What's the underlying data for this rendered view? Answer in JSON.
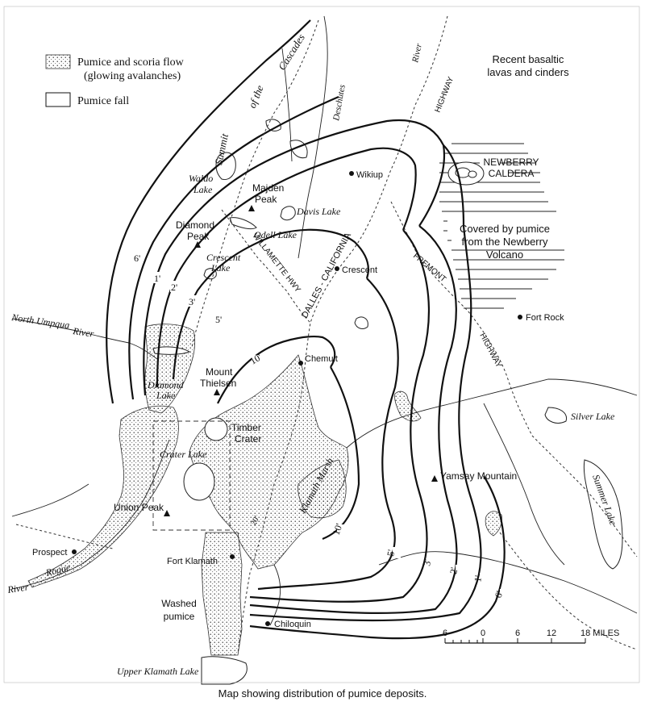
{
  "legend": {
    "pumice_flow_label": "Pumice and scoria flow",
    "pumice_flow_sub": "(glowing avalanches)",
    "pumice_fall_label": "Pumice fall"
  },
  "regions": {
    "basaltic_1": "Recent basaltic",
    "basaltic_2": "lavas and cinders",
    "newberry_1": "NEWBERRY",
    "newberry_2": "CALDERA",
    "covered_1": "Covered by pumice",
    "covered_2": "from the Newberry",
    "covered_3": "Volcano",
    "washed_1": "Washed",
    "washed_2": "pumice"
  },
  "places": {
    "wikiup": "Wikiup",
    "maiden_1": "Majden",
    "maiden_2": "Peak",
    "diamond_peak_1": "Diamond",
    "diamond_peak_2": "Peak",
    "crescent": "Crescent",
    "fort_rock": "Fort Rock",
    "chemult": "Chemult",
    "mount_thielsen_1": "Mount",
    "mount_thielsen_2": "Thielsen",
    "timber_crater_1": "Timber",
    "timber_crater_2": "Crater",
    "yamsay": "Yamsay Mountain",
    "union_peak": "Union Peak",
    "prospect": "Prospect",
    "fort_klamath": "Fort Klamath",
    "chiloquin": "Chiloquin"
  },
  "water": {
    "waldo_1": "Waldo",
    "waldo_2": "Lake",
    "davis": "Davis Lake",
    "odell": "Odell Lake",
    "crescent_lake_1": "Crescent",
    "crescent_lake_2": "Lake",
    "north_umpqua_1": "North Umpqua",
    "north_umpqua_2": "River",
    "diamond_lake_1": "Diamond",
    "diamond_lake_2": "Lake",
    "crater_lake": "Crater Lake",
    "klamath_marsh": "Klamath Marsh",
    "silver_lake": "Silver Lake",
    "summer_lake": "Summer Lake",
    "rogue_1": "Rogue",
    "rogue_2": "River",
    "upper_klamath": "Upper Klamath Lake",
    "deschutes_1": "Deschutes",
    "deschutes_2": "River"
  },
  "routes": {
    "cascades_summit_1": "Summit",
    "cascades_summit_2": "of the",
    "cascades_summit_3": "Cascades",
    "willamette_hwy": "WILLAMETTE HWY",
    "dalles_california": "DALLES - CALIFORNIA",
    "highway_north": "HIGHWAY",
    "fremont": "FREMONT",
    "highway_south": "HIGHWAY"
  },
  "isopachs": {
    "six_ft_north": "6'",
    "one_ft": "1'",
    "two_ft": "2'",
    "three_ft": "3'",
    "five_ft": "5'",
    "ten_ft": "10'",
    "ten_ft_south": "10'",
    "five_ft_south": "5'",
    "three_ft_south": "3'",
    "two_ft_south": "2'",
    "one_ft_south": "1'",
    "six_ft_south": "6'",
    "twenty_ft": "20'"
  },
  "scale": {
    "labels": [
      "6",
      "0",
      "6",
      "12",
      "18 MILES"
    ]
  },
  "caption": "Map showing distribution of pumice deposits."
}
